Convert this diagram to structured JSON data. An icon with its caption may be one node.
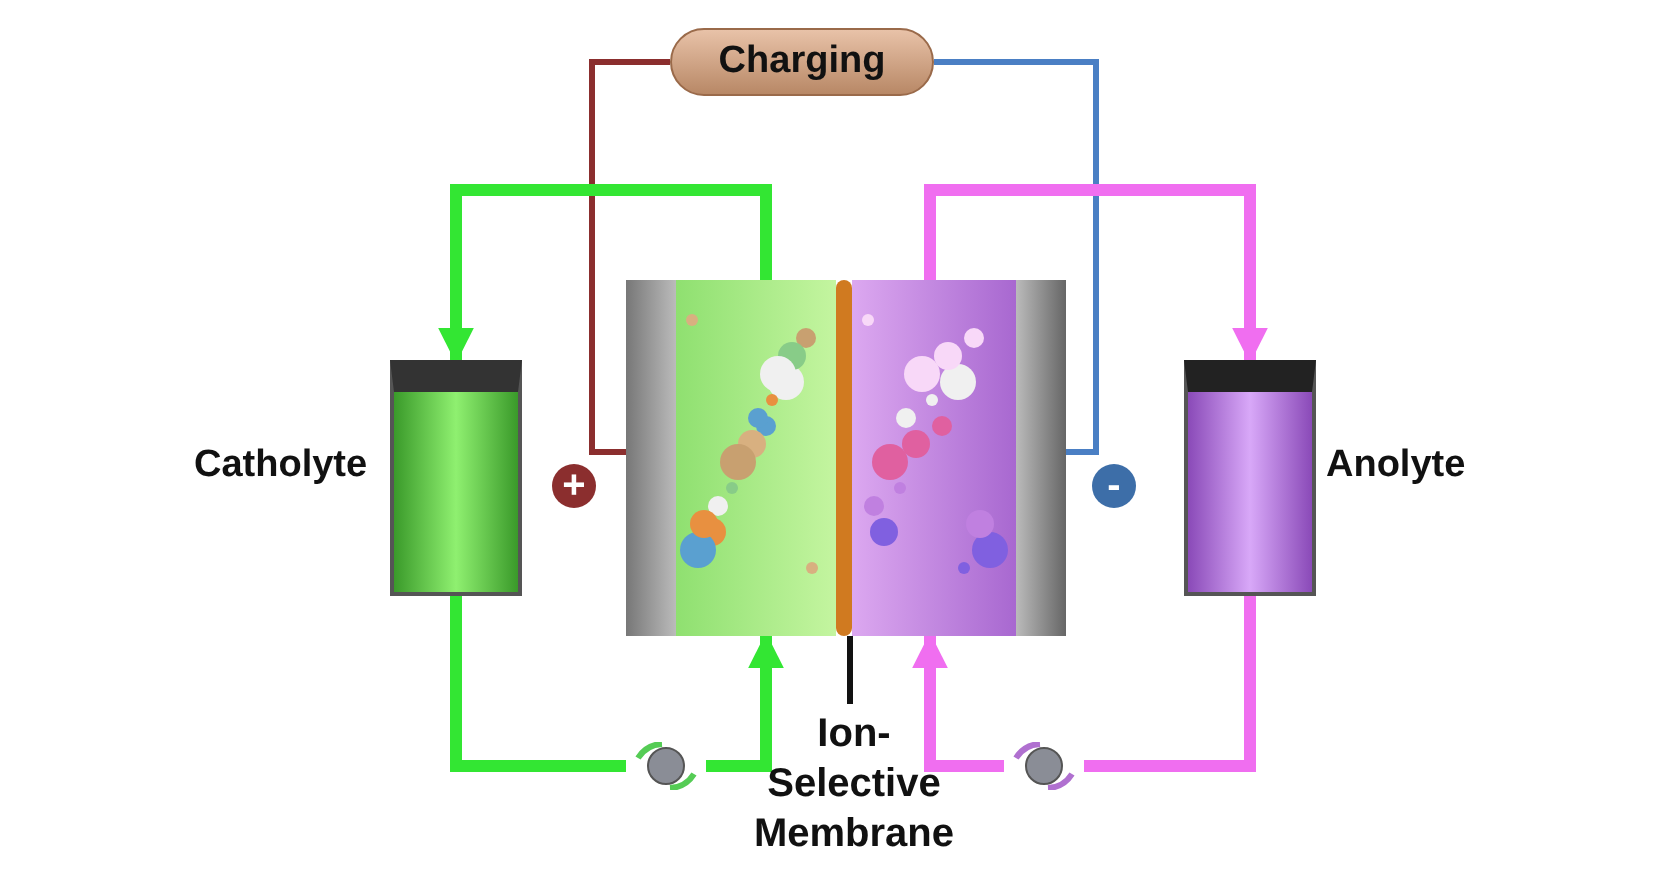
{
  "diagram": {
    "nodes": [
      {
        "text": [
          "Charging"
        ]
      },
      {
        "text": [],
        "shape": "cylinder",
        "beside": [
          "Catholyte"
        ]
      },
      {
        "text": [],
        "shape": "cylinder",
        "beside": [
          "Anolyte"
        ]
      },
      {
        "text": [],
        "shape": "box",
        "beside": [
          "+"
        ]
      },
      {
        "text": [],
        "shape": "box"
      },
      {
        "text": [],
        "shape": "box"
      },
      {
        "text": [],
        "shape": "box",
        "beside": [
          "-"
        ]
      },
      {
        "text": [],
        "shape": "bar"
      },
      {
        "text": [
          "Ion- Selective Membrane"
        ]
      },
      {
        "text": [],
        "shape": "circle"
      },
      {
        "text": [],
        "shape": "circle"
      }
    ],
    "edges": [
      {
        "from": 0,
        "to": 3,
        "arrow": "none",
        "color": "#8b2e2e"
      },
      {
        "from": 0,
        "to": 6,
        "arrow": "none",
        "color": "#4a7fc4"
      },
      {
        "from": 4,
        "to": 1,
        "arrow": "to",
        "color": "#33e633"
      },
      {
        "from": 1,
        "to": 9,
        "arrow": "none",
        "color": "#33e633"
      },
      {
        "from": 9,
        "to": 4,
        "arrow": "to",
        "color": "#33e633"
      },
      {
        "from": 5,
        "to": 2,
        "arrow": "to",
        "color": "#f06ef0"
      },
      {
        "from": 2,
        "to": 10,
        "arrow": "none",
        "color": "#f06ef0"
      },
      {
        "from": 10,
        "to": 5,
        "arrow": "to",
        "color": "#f06ef0"
      },
      {
        "from": 8,
        "to": 7,
        "arrow": "none",
        "color": "#111111"
      }
    ]
  }
}
